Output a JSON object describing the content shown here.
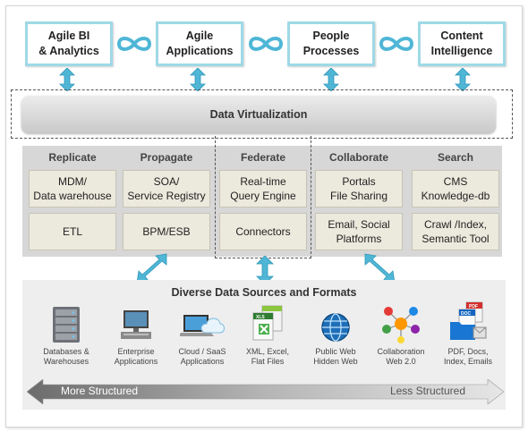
{
  "top_layer": [
    {
      "label_line1": "Agile BI",
      "label_line2": "& Analytics"
    },
    {
      "label_line1": "Agile",
      "label_line2": "Applications"
    },
    {
      "label_line1": "People",
      "label_line2": "Processes"
    },
    {
      "label_line1": "Content",
      "label_line2": "Intelligence"
    }
  ],
  "virtualization": {
    "title": "Data Virtualization"
  },
  "columns": [
    {
      "header": "Replicate",
      "row1_line1": "MDM/",
      "row1_line2": "Data warehouse",
      "row2_line1": "ETL",
      "row2_line2": ""
    },
    {
      "header": "Propagate",
      "row1_line1": "SOA/",
      "row1_line2": "Service Registry",
      "row2_line1": "BPM/ESB",
      "row2_line2": ""
    },
    {
      "header": "Federate",
      "row1_line1": "Real-time",
      "row1_line2": "Query Engine",
      "row2_line1": "Connectors",
      "row2_line2": ""
    },
    {
      "header": "Collaborate",
      "row1_line1": "Portals",
      "row1_line2": "File Sharing",
      "row2_line1": "Email, Social",
      "row2_line2": "Platforms"
    },
    {
      "header": "Search",
      "row1_line1": "CMS",
      "row1_line2": "Knowledge-db",
      "row2_line1": "Crawl /Index,",
      "row2_line2": "Semantic Tool"
    }
  ],
  "data_sources": {
    "title": "Diverse Data Sources and Formats",
    "items": [
      {
        "line1": "Databases &",
        "line2": "Warehouses",
        "icon": "server-rack-icon"
      },
      {
        "line1": "Enterprise",
        "line2": "Applications",
        "icon": "computer-icon"
      },
      {
        "line1": "Cloud / SaaS",
        "line2": "Applications",
        "icon": "cloud-laptop-icon"
      },
      {
        "line1": "XML, Excel,",
        "line2": "Flat Files",
        "icon": "file-formats-icon"
      },
      {
        "line1": "Public Web",
        "line2": "Hidden Web",
        "icon": "globe-icon"
      },
      {
        "line1": "Collaboration",
        "line2": "Web 2.0",
        "icon": "network-people-icon"
      },
      {
        "line1": "PDF, Docs,",
        "line2": "Index, Emails",
        "icon": "documents-icon"
      }
    ]
  },
  "structure_scale": {
    "left_label": "More Structured",
    "right_label": "Less Structured"
  },
  "colors": {
    "accent": "#4fb6d6",
    "box_border": "#9ed9e6",
    "cell_fill": "#ece9dd",
    "panel_fill": "#d7d7d7"
  }
}
